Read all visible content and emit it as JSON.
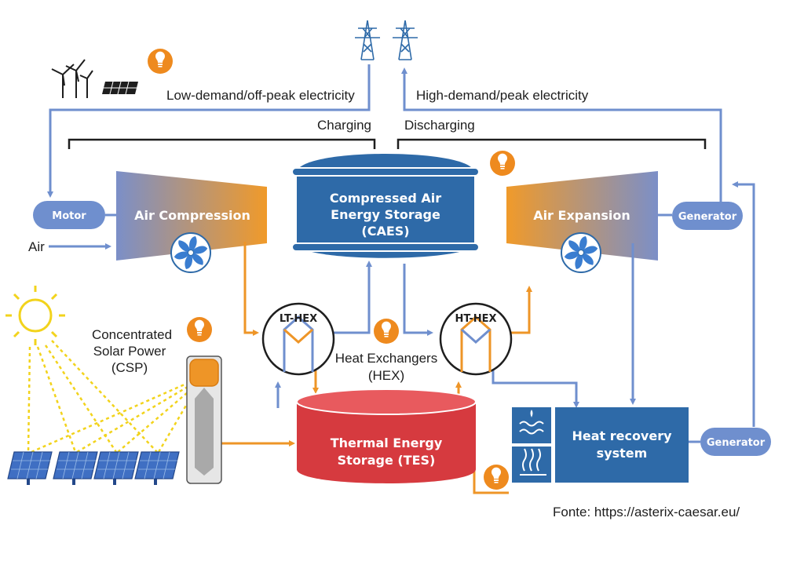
{
  "labels": {
    "low_demand": "Low-demand/off-peak electricity",
    "high_demand": "High-demand/peak electricity",
    "charging": "Charging",
    "discharging": "Discharging",
    "air": "Air",
    "motor": "Motor",
    "generator_top": "Generator",
    "generator_bottom": "Generator",
    "air_compression": "Air Compression",
    "air_expansion": "Air Expansion",
    "caes_line1": "Compressed Air",
    "caes_line2": "Energy Storage",
    "caes_line3": "(CAES)",
    "lt_hex": "LT-HEX",
    "ht_hex": "HT-HEX",
    "hex_line1": "Heat Exchangers",
    "hex_line2": "(HEX)",
    "csp_line1": "Concentrated",
    "csp_line2": "Solar Power",
    "csp_line3": "(CSP)",
    "tes_line1": "Thermal Energy",
    "tes_line2": "Storage (TES)",
    "heat_recovery_line1": "Heat recovery",
    "heat_recovery_line2": "system",
    "source": "Fonte: https://asterix-caesar.eu/"
  },
  "colors": {
    "line_blue": "#6f8fce",
    "flow_orange": "#ee9527",
    "storage_blue": "#2e6aa8",
    "tes_red": "#d63a3f",
    "badge_orange": "#ee8a1e",
    "compressor_gradient_start": "#7b8fc8",
    "compressor_gradient_end": "#f09a2a",
    "solar_ray_yellow": "#f2d31c"
  },
  "icons": [
    "wind-turbine-icon",
    "solar-panel-icon",
    "power-pylon-icon",
    "lightbulb-icon",
    "fan-icon",
    "sun-icon",
    "water-waves-icon",
    "heat-icon"
  ]
}
